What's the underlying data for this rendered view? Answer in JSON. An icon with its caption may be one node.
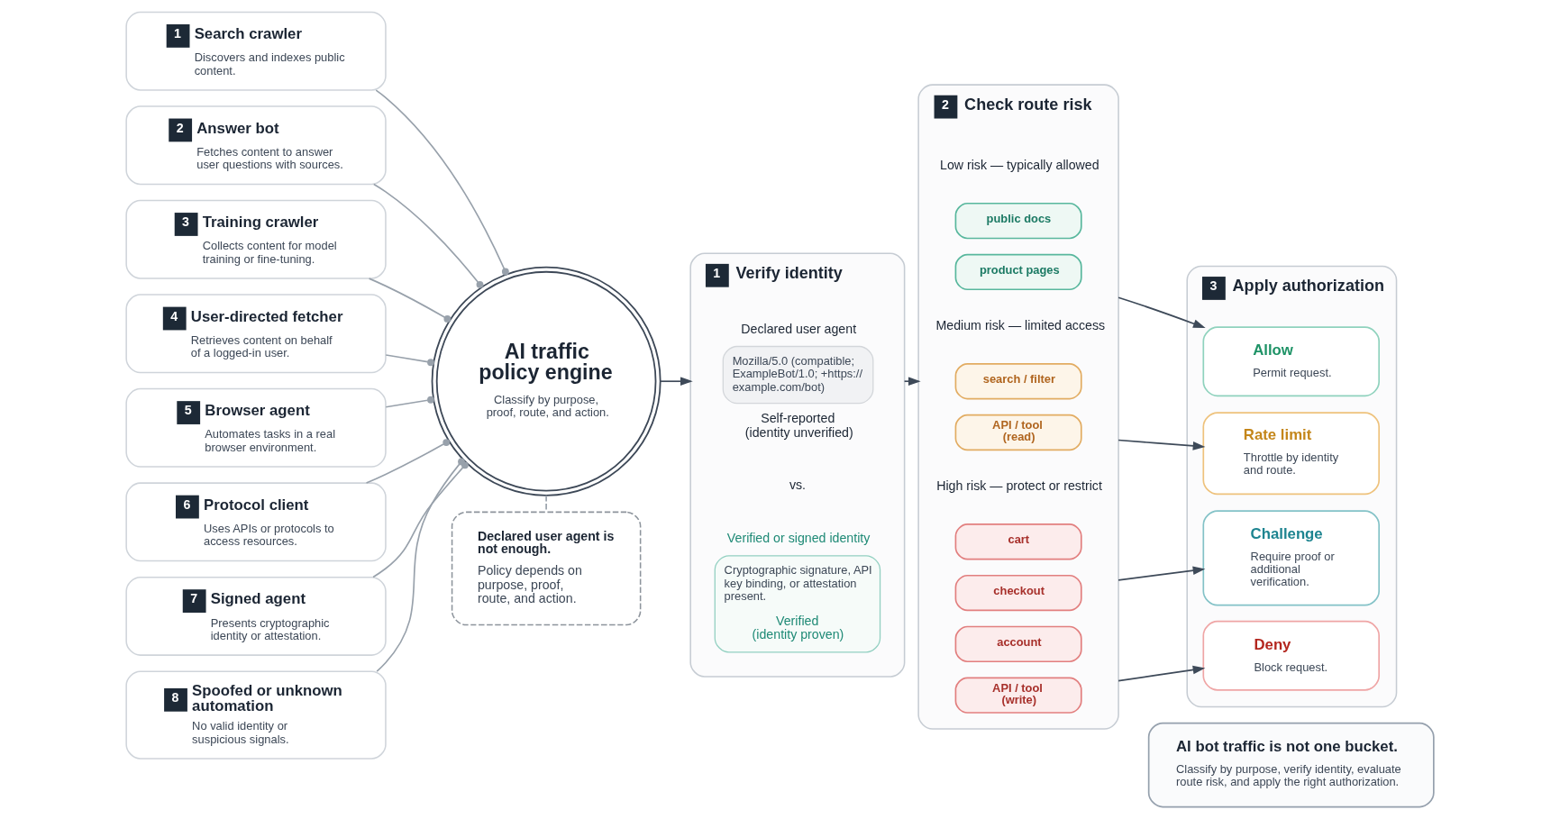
{
  "diagram": {
    "nodes": [
      {
        "text": [
          "1",
          "Search crawler",
          "Discovers and indexes public content."
        ]
      },
      {
        "text": [
          "2",
          "Answer bot",
          "Fetches content to answer user questions with sources."
        ]
      },
      {
        "text": [
          "3",
          "Training crawler",
          "Collects content for model training or fine-tuning."
        ]
      },
      {
        "text": [
          "4",
          "User-directed fetcher",
          "Retrieves content on behalf of a logged-in user."
        ]
      },
      {
        "text": [
          "5",
          "Browser agent",
          "Automates tasks in a real browser environment."
        ]
      },
      {
        "text": [
          "6",
          "Protocol client",
          "Uses APIs or protocols to access resources."
        ]
      },
      {
        "text": [
          "7",
          "Signed agent",
          "Presents cryptographic identity or attestation."
        ]
      },
      {
        "text": [
          "8",
          "Spoofed or unknown automation",
          "No valid identity or suspicious signals."
        ]
      },
      {
        "text": [
          "AI traffic policy engine",
          "Classify by purpose, proof, route, and action."
        ]
      },
      {
        "text": [
          "Declared user agent is not enough.",
          "Policy depends on purpose, proof, route, and action."
        ]
      },
      {
        "text": [
          "1",
          "Verify identity"
        ]
      },
      {
        "text": [
          "Declared user agent",
          "Mozilla/5.0 (compatible; ExampleBot/1.0; +https:// example.com/bot)"
        ],
        "beside": [
          "Self-reported (identity unverified)"
        ],
        "in": 10
      },
      {
        "text": [
          "Verified or signed identity",
          "Cryptographic signature, API key binding, or attestation present.",
          "Verified (identity proven)"
        ],
        "in": 10
      },
      {
        "text": [
          "2",
          "Check route risk"
        ]
      },
      {
        "text": [
          "public docs"
        ],
        "in": 13
      },
      {
        "text": [
          "product pages"
        ],
        "in": 13
      },
      {
        "text": [
          "search / filter"
        ],
        "in": 13
      },
      {
        "text": [
          "API / tool (read)"
        ],
        "in": 13
      },
      {
        "text": [
          "cart"
        ],
        "in": 13
      },
      {
        "text": [
          "checkout"
        ],
        "in": 13
      },
      {
        "text": [
          "account"
        ],
        "in": 13
      },
      {
        "text": [
          "API / tool (write)"
        ],
        "in": 13
      },
      {
        "text": [
          "3",
          "Apply authorization"
        ]
      },
      {
        "text": [
          "Allow",
          "Permit request."
        ],
        "in": 22
      },
      {
        "text": [
          "Rate limit",
          "Throttle by identity and route."
        ],
        "in": 22
      },
      {
        "text": [
          "Challenge",
          "Require proof or additional verification."
        ],
        "in": 22
      },
      {
        "text": [
          "Deny",
          "Block request."
        ],
        "in": 22
      },
      {
        "text": [
          "AI bot traffic is not one bucket.",
          "Classify by purpose, verify identity, evaluate route risk, and apply the right authorization."
        ]
      }
    ],
    "edges": [
      {
        "from": 0,
        "to": 8,
        "arrow": "other"
      },
      {
        "from": 1,
        "to": 8,
        "arrow": "other"
      },
      {
        "from": 2,
        "to": 8,
        "arrow": "other"
      },
      {
        "from": 3,
        "to": 8,
        "arrow": "other"
      },
      {
        "from": 4,
        "to": 8,
        "arrow": "other"
      },
      {
        "from": 5,
        "to": 8,
        "arrow": "other"
      },
      {
        "from": 6,
        "to": 8,
        "arrow": "other"
      },
      {
        "from": 7,
        "to": 8,
        "arrow": "other"
      },
      {
        "from": 8,
        "to": 9,
        "arrow": "none",
        "style": "dashed"
      },
      {
        "from": 8,
        "to": 10,
        "arrow": "to",
        "color": "#3e4a59"
      },
      {
        "from": 10,
        "to": 13,
        "arrow": "to",
        "color": "#3e4a59"
      },
      {
        "from": 13,
        "to": 23,
        "arrow": "to",
        "color": "#3e4a59"
      },
      {
        "from": 13,
        "to": 24,
        "arrow": "to",
        "color": "#3e4a59"
      },
      {
        "from": 13,
        "to": 25,
        "arrow": "to",
        "color": "#3e4a59"
      },
      {
        "from": 13,
        "to": 26,
        "arrow": "to",
        "color": "#3e4a59"
      }
    ],
    "labels": [
      "vs.",
      "Low risk — typically allowed",
      "Medium risk — limited access",
      "High risk — protect or restrict"
    ]
  }
}
